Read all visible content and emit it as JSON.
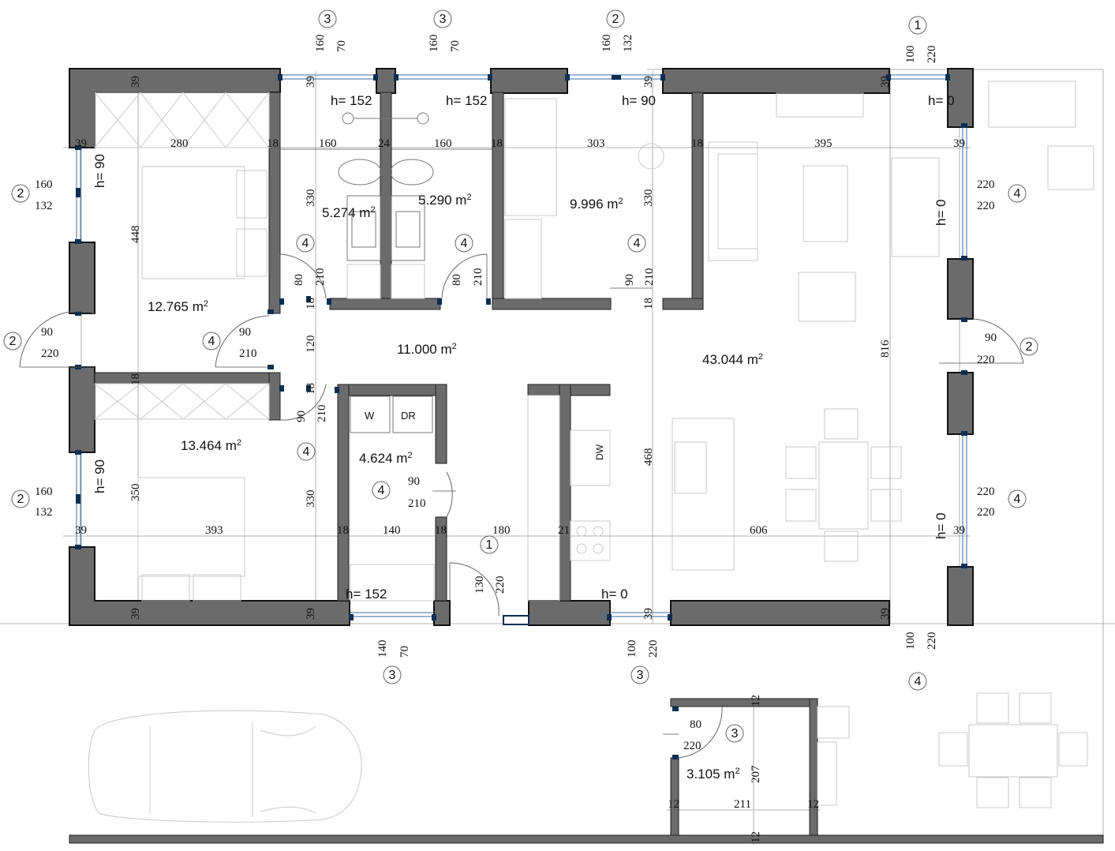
{
  "rooms": [
    {
      "id": "bedroom1",
      "area": "12.765 m"
    },
    {
      "id": "bath1",
      "area": "5.274 m"
    },
    {
      "id": "bath2",
      "area": "5.290 m"
    },
    {
      "id": "office",
      "area": "9.996 m"
    },
    {
      "id": "hall",
      "area": "11.000 m"
    },
    {
      "id": "bedroom2",
      "area": "13.464 m"
    },
    {
      "id": "laundry",
      "area": "4.624 m"
    },
    {
      "id": "living",
      "area": "43.044 m"
    },
    {
      "id": "storage",
      "area": "3.105 m"
    }
  ],
  "area_unit_sup": "2",
  "appliance_labels": {
    "washer": "W",
    "dryer": "DR",
    "dishwasher": "DW"
  },
  "horizontal_dims": {
    "top_wall_39a": "39",
    "top_280": "280",
    "top_18a": "18",
    "top_160a": "160",
    "top_24": "24",
    "top_160b": "160",
    "top_18b": "18",
    "top_303": "303",
    "top_18c": "18",
    "top_395": "395",
    "top_39b": "39",
    "bot_39a": "39",
    "bot_393": "393",
    "bot_18a": "18",
    "bot_140": "140",
    "bot_18b": "18",
    "bot_180": "180",
    "bot_21": "21",
    "bot_606": "606",
    "bot_39b": "39",
    "st_12a": "12",
    "st_211": "211",
    "st_12b": "12"
  },
  "vertical_dims": {
    "v448": "448",
    "v330a": "330",
    "v120": "120",
    "v18a": "18",
    "v18b": "18",
    "v330b": "330",
    "v350": "350",
    "v330c": "330",
    "v18c": "18",
    "v816": "816",
    "v468": "468",
    "w39_tl": "39",
    "w39_top1": "39",
    "w39_top2": "39",
    "w39_tr": "39",
    "w18_b": "18",
    "w39_bl": "39",
    "w39_bm": "39",
    "w39_b2": "39",
    "w39_br": "39",
    "st_12c": "12",
    "st_207": "207",
    "st_12d": "12"
  },
  "openings": [
    {
      "tag": "3",
      "w": "160",
      "h": "70"
    },
    {
      "tag": "3",
      "w": "160",
      "h": "70"
    },
    {
      "tag": "2",
      "w": "160",
      "h": "132"
    },
    {
      "tag": "1",
      "w": "100",
      "h": "220"
    },
    {
      "tag": "2",
      "w": "160",
      "h": "132"
    },
    {
      "tag": "4",
      "w": "220",
      "h": "220"
    },
    {
      "tag": "2",
      "w": "90",
      "h": "220"
    },
    {
      "tag": "4",
      "w": "90",
      "h": "210"
    },
    {
      "tag": "4",
      "w": "80",
      "h": "210"
    },
    {
      "tag": "4",
      "w": "80",
      "h": "210"
    },
    {
      "tag": "4",
      "w": "90",
      "h": "210"
    },
    {
      "tag": "2",
      "w": "90",
      "h": "220"
    },
    {
      "tag": "4",
      "w": "90",
      "h": "210"
    },
    {
      "tag": "4",
      "w": "90",
      "h": "210"
    },
    {
      "tag": "2",
      "w": "160",
      "h": "132"
    },
    {
      "tag": "4",
      "w": "220",
      "h": "220"
    },
    {
      "tag": "1",
      "w": "130",
      "h": "220"
    },
    {
      "tag": "3",
      "w": "140",
      "h": "70"
    },
    {
      "tag": "3",
      "w": "100",
      "h": "220"
    },
    {
      "tag": "4",
      "w": "100",
      "h": "220"
    },
    {
      "tag": "3",
      "w": "80",
      "h": "220"
    }
  ],
  "sill_heights": {
    "s1": "h= 152",
    "s2": "h= 152",
    "s3": "h= 90",
    "s4": "h= 0",
    "s5": "h= 90",
    "s6": "h= 90",
    "s7": "h= 152",
    "s8": "h= 0",
    "s9": "h= 0",
    "s10": "h= 0"
  },
  "colors": {
    "wall": "#6b6b6b",
    "outline": "#111111",
    "window_jamb": "#0b2e52",
    "furniture": "#c9c9c9"
  }
}
